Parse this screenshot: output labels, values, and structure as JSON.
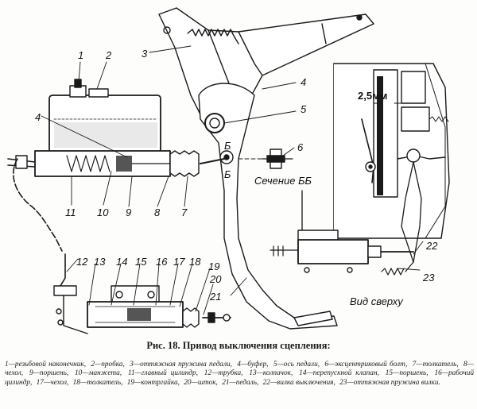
{
  "figure": {
    "caption_title": "Рис. 18. Привод выключения сцепления:",
    "legend": [
      "1—резьбовой наконечник,",
      "2—пробка,",
      "3—оттяжная пружина педали,",
      "4—буфер,",
      "5—ось педали,",
      "6—эксцентриковый болт,",
      "7—толкатель,",
      "8—чехол,",
      "9—поршень,",
      "10—манжета,",
      "11—главный цилиндр,",
      "12—трубка,",
      "13—колпачок,",
      "14—перепускной клапан,",
      "15—поршень,",
      "16—рабочий цилиндр,",
      "17—чехол,",
      "18—толкатель,",
      "19—контргайка,",
      "20—шток,",
      "21—педаль,",
      "22—вилка выключения,",
      "23—оттяжная пружина вилки."
    ]
  },
  "labels": {
    "n1": "1",
    "n2": "2",
    "n3": "3",
    "n4a": "4",
    "n4b": "4",
    "n5": "5",
    "n6": "6",
    "n7": "7",
    "n8": "8",
    "n9": "9",
    "n10": "10",
    "n11": "11",
    "n12": "12",
    "n13": "13",
    "n14": "14",
    "n15": "15",
    "n16": "16",
    "n17": "17",
    "n18": "18",
    "n19": "19",
    "n20": "20",
    "n21": "21",
    "n22": "22",
    "n23": "23",
    "section_bb": "Сечение ББ",
    "b_upper": "Б",
    "b_lower": "Б",
    "top_view": "Вид сверху",
    "dimension": "2,5мм"
  }
}
